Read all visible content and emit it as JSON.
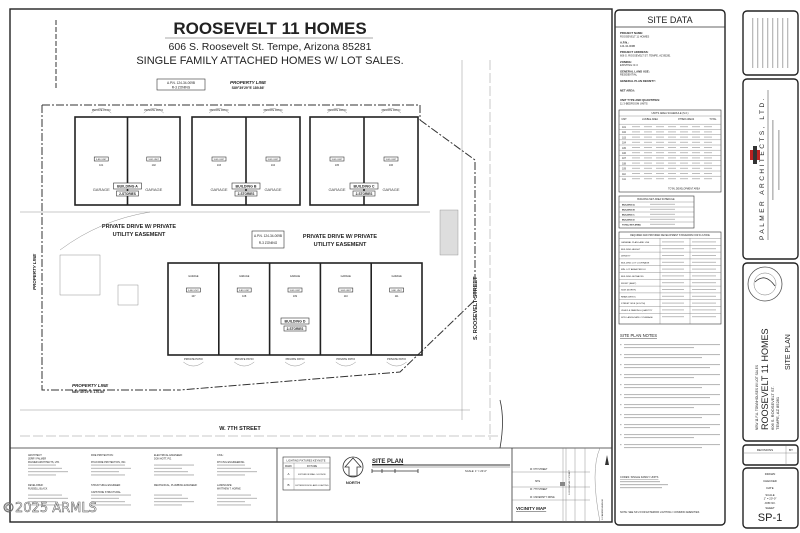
{
  "header": {
    "title": "ROOSEVELT 11 HOMES",
    "address": "606 S. Roosevelt St. Tempe, Arizona 85281",
    "subtitle": "SINGLE FAMILY ATTACHED HOMES W/ LOT SALES."
  },
  "plan": {
    "buildings": [
      {
        "name": "BUILDING A",
        "stories": "2-STORIES"
      },
      {
        "name": "BUILDING B",
        "stories": "2-STORIES"
      },
      {
        "name": "BUILDING C",
        "stories": "2-STORIES"
      },
      {
        "name": "BUILDING D",
        "stories": "2-STORIES"
      }
    ],
    "drive_label_1": "PRIVATE DRIVE W/ PRIVATE",
    "drive_label_2": "UTILITY EASEMENT",
    "property_line": "PROPERTY LINE",
    "property_line_top_bearing": "S89°39'29\"E 189.86'",
    "property_line_bottom_bearing": "N89°49'29\"E 170.80'",
    "apn_label": "A.P.N. 124-34-009B",
    "zoning_label": "R-3 ZONING",
    "street_east": "S. ROOSEVELT STREET",
    "street_south": "W. 7TH STREET",
    "private_patio": "PRIVATE PATIO",
    "garage": "GARAGE",
    "unit_label": "3-BD UNIT",
    "top_units": [
      "101",
      "102",
      "103",
      "104",
      "105",
      "106"
    ],
    "bottom_units": [
      "107",
      "108",
      "109",
      "110",
      "111"
    ]
  },
  "site_data": {
    "title": "SITE DATA",
    "fields": [
      {
        "label": "PROJECT NAME:",
        "value": "ROOSEVELT 11 HOMES"
      },
      {
        "label": "A.P.N.:",
        "value": "124-34-009B"
      },
      {
        "label": "PROJECT ADDRESS:",
        "value": "606 S. ROOSEVELT ST. TEMPE, AZ 85281"
      },
      {
        "label": "ZONING:",
        "value": "EXISTING: R-3"
      },
      {
        "label": "GENERAL LAND USE:",
        "value": "RESIDENTIAL"
      },
      {
        "label": "GENERAL PLAN DENSITY:",
        "value": ""
      },
      {
        "label": "NET AREA:",
        "value": ""
      },
      {
        "label": "UNIT TYPE AND QUANTITIES:",
        "value": "11 3-BEDROOM UNITS"
      }
    ],
    "units_table_title": "UNITS AREA SCHEDULE (S.F.)",
    "units_table_headers": [
      "UNIT",
      "LIVABLE AREA",
      "OTHER AREAS",
      "TOTAL"
    ],
    "units_table_rows": [
      "101",
      "102",
      "103",
      "104",
      "105",
      "106",
      "107",
      "108",
      "109",
      "110",
      "111"
    ],
    "units_table_footer": "TOTAL DEVELOPMENT AREA",
    "net_area_title": "BUILDING NET AREA SCHEDULE",
    "net_area_rows": [
      "BUILDING A",
      "BUILDING B",
      "BUILDING C",
      "BUILDING D",
      "TOTAL NET AREA"
    ],
    "standards_title": "REQUIRED AND PROVIDED DEVELOPMENT STANDARDS FOR R-3 ZONE",
    "standards_rows": [
      "GENERAL PLAN LAND USE",
      "BUILDING HEIGHT",
      "DENSITY",
      "BUILDING LOT COVERAGE",
      "MIN. LOT AREA PER DU",
      "BUILDING SETBACKS",
      "FRONT (EAST)",
      "SIDE (NORTH)",
      "REAR (WEST)",
      "STREET SIDE (SOUTH)",
      "VEHICLE PARKING QUANTITY",
      "SITE LANDSCAPE COVERAGE"
    ],
    "notes_title": "SITE PLAN NOTES",
    "notes_count": 11,
    "codes_title": "CODES: SINGLE FAMILY UNITS",
    "bottom_note": "NOTE: SEE SP-2 FOR EXTERIOR LIGHTING / COMMON AMENITIES"
  },
  "title_block": {
    "firm": "PALMER ARCHITECTS, LTD.",
    "project_line": "NEW 11 F.A. TOWNHOUSES W/ LOT SALES",
    "project_name": "ROOSEVELT 11 HOMES",
    "project_address_1": "606 S. ROOSEVELT ST.",
    "project_address_2": "TEMPE, AZ 85281",
    "sheet_title": "SITE PLAN",
    "revisions_label": "REVISIONS",
    "by_label": "BY",
    "drawn_label": "DRAWN",
    "checked_label": "CHECKED",
    "date_label": "DATE",
    "scale_label": "SCALE",
    "scale_value": "1\" = 20'-0\"",
    "job_label": "JOB NO.",
    "sheet_label": "SHEET",
    "sheet_number": "SP-1"
  },
  "bottom_strip": {
    "consultants": [
      {
        "role": "ARCHITECT:",
        "name": "JERRY PALMER",
        "firm": "PALMER ARCHITECTS, LTD."
      },
      {
        "role": "FIRE PROTECTION:",
        "name": "",
        "firm": "RYAN FIRE PROTECTION, INC."
      },
      {
        "role": "ELECTRICAL ENGINEER:",
        "name": "DON HOTT, P.E.",
        "firm": ""
      },
      {
        "role": "CIVIL:",
        "name": "",
        "firm": "RH CIVIL ENGINEERING"
      },
      {
        "role": "DEVELOPER:",
        "name": "RUSSELL BLACK",
        "firm": ""
      },
      {
        "role": "STRUCTURAL ENGINEER:",
        "name": "",
        "firm": "CAPSTONE STRUCTURAL"
      },
      {
        "role": "MECHANICAL, PLUMBING ENGINEER:",
        "name": "",
        "firm": ""
      },
      {
        "role": "LANDSCAPE:",
        "name": "MATTHEW T. HORNE",
        "firm": ""
      }
    ],
    "lighting_title": "LIGHTING FIXTURES KEYNOTE",
    "lighting_headers": [
      "MARK",
      "FIXTURE"
    ],
    "lighting_rows": [
      {
        "mark": "A",
        "fixture": "EXTERIOR WALL SCONCE"
      },
      {
        "mark": "B",
        "fixture": "EXTERIOR BOLLARD LIGHTING"
      }
    ],
    "north_label": "NORTH",
    "plan_title": "SITE PLAN",
    "plan_scale": "SCALE: 1\" = 20'-0\"",
    "vicinity_title": "VICINITY MAP",
    "vicinity_streets": [
      "W. 6TH STREET",
      "W. 7TH STREET",
      "W. UNIVERSITY DRIVE",
      "S. ROOSEVELT STREET",
      "S. FARMER AVENUE"
    ],
    "vicinity_site": "SITE"
  },
  "watermark": "©2025 ARMLS"
}
